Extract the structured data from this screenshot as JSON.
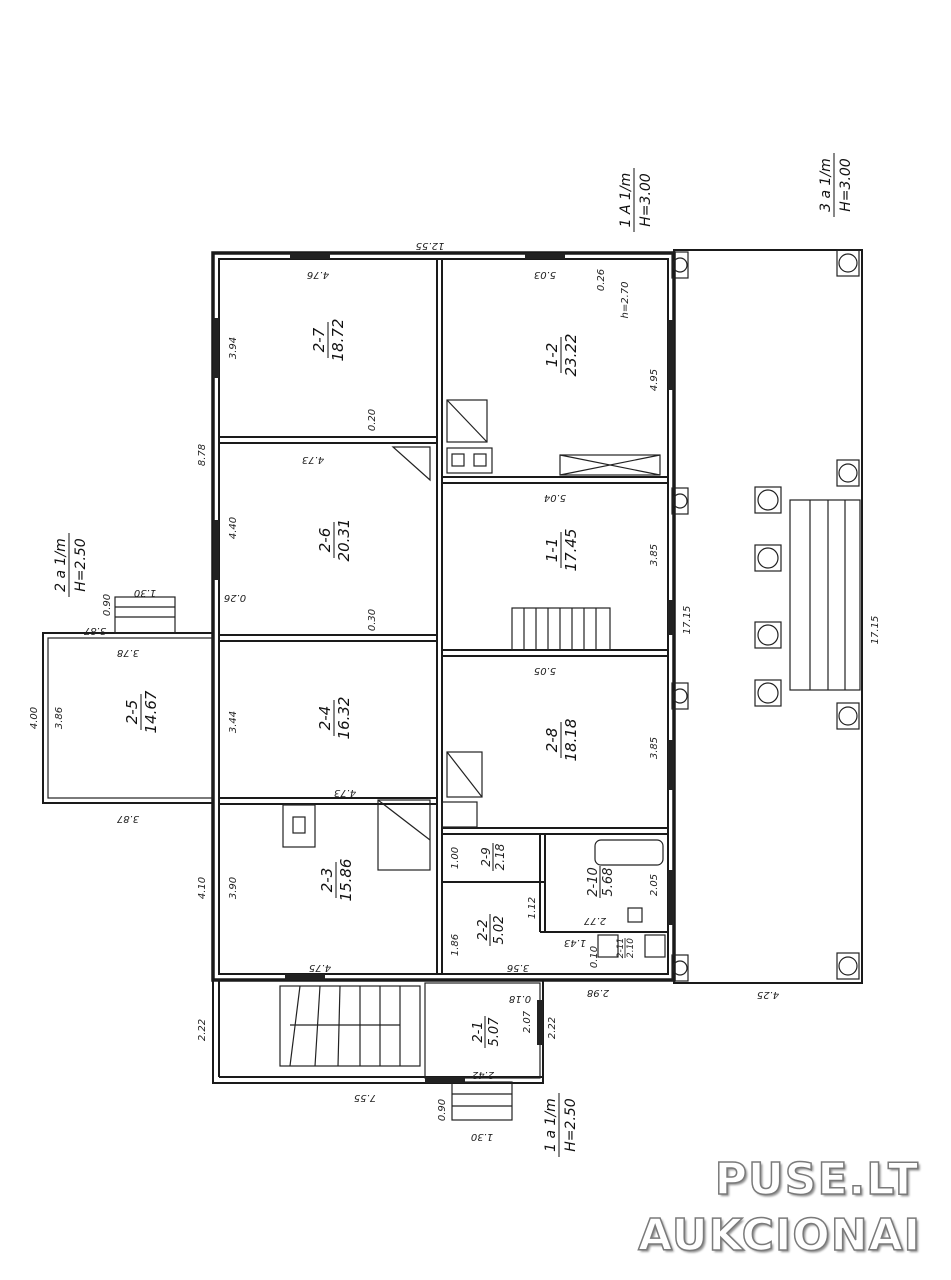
{
  "rooms": [
    {
      "id": "2-7",
      "area": "18.72"
    },
    {
      "id": "1-2",
      "area": "23.22"
    },
    {
      "id": "2-6",
      "area": "20.31"
    },
    {
      "id": "1-1",
      "area": "17.45"
    },
    {
      "id": "2-5",
      "area": "14.67"
    },
    {
      "id": "2-4",
      "area": "16.32"
    },
    {
      "id": "2-8",
      "area": "18.18"
    },
    {
      "id": "2-3",
      "area": "15.86"
    },
    {
      "id": "2-9",
      "area": "2.18"
    },
    {
      "id": "2-10",
      "area": "5.68"
    },
    {
      "id": "2-2",
      "area": "5.02"
    },
    {
      "id": "2-11",
      "area": "2.10"
    },
    {
      "id": "2-1",
      "area": "5.07"
    }
  ],
  "dimensions": {
    "d1255": "12.55",
    "d476a": "4.76",
    "d503": "5.03",
    "d026a": "0.26",
    "d270": "h=2.70",
    "d394": "3.94",
    "d495": "4.95",
    "d020a": "0.20",
    "d878": "8.78",
    "d473a": "4.73",
    "d504": "5.04",
    "d440": "4.40",
    "d385a": "3.85",
    "d026b": "0.26",
    "d030": "0.30",
    "d1715a": "17.15",
    "d1715b": "17.15",
    "d130a": "1.30",
    "d090a": "0.90",
    "d387a": "3.87",
    "d378": "3.78",
    "d505": "5.05",
    "d400": "4.00",
    "d386": "3.86",
    "d344": "3.44",
    "d385b": "3.85",
    "d387b": "3.87",
    "d473b": "4.73",
    "d100": "1.00",
    "d410": "4.10",
    "d390": "3.90",
    "d112": "1.12",
    "d205": "2.05",
    "d277": "2.77",
    "d143": "1.43",
    "d186": "1.86",
    "d475": "4.75",
    "d356": "3.56",
    "d010": "0.10",
    "d298": "2.98",
    "d018": "0.18",
    "d222a": "2.22",
    "d222b": "2.22",
    "d207": "2.07",
    "d755": "7.55",
    "d242": "2.42",
    "d090b": "0.90",
    "d130b": "1.30",
    "d425": "4.25"
  },
  "annotations": {
    "a1_line1": "1 A 1/m",
    "a1_line2": "H=3.00",
    "a3_line1": "3 a 1/m",
    "a3_line2": "H=3.00",
    "a2_line1": "2 a 1/m",
    "a2_line2": "H=2.50",
    "a4_line1": "1 a 1/m",
    "a4_line2": "H=2.50"
  },
  "watermark": {
    "line1": "PUSE.LT",
    "line2": "AUKCIONAI"
  }
}
